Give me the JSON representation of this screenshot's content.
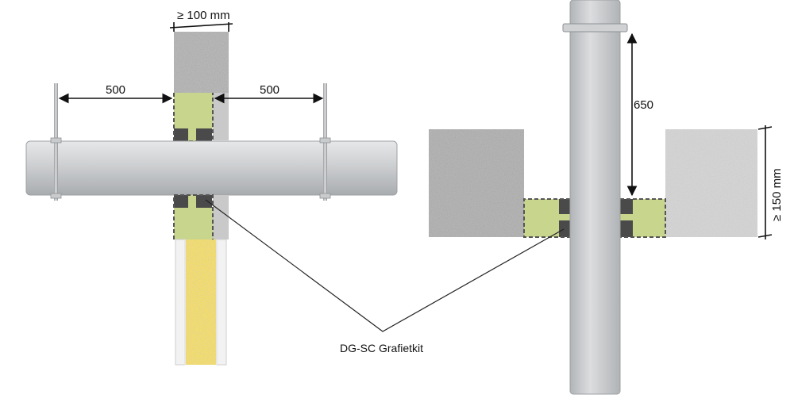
{
  "left_detail": {
    "wall_thickness_label": "≥ 100 mm",
    "hanger_distance_left": "500",
    "hanger_distance_right": "500"
  },
  "right_detail": {
    "support_distance": "650",
    "floor_thickness_label": "≥ 150 mm"
  },
  "callout": {
    "label": "DG-SC Grafietkit"
  },
  "colors": {
    "concrete": "#b9b9b9",
    "mineral_wool": "#c6d48a",
    "graphite_sealant": "#4a4a4a",
    "pipe": "#c4c6c8",
    "wall_core_insulation": "#f1dc6a"
  }
}
